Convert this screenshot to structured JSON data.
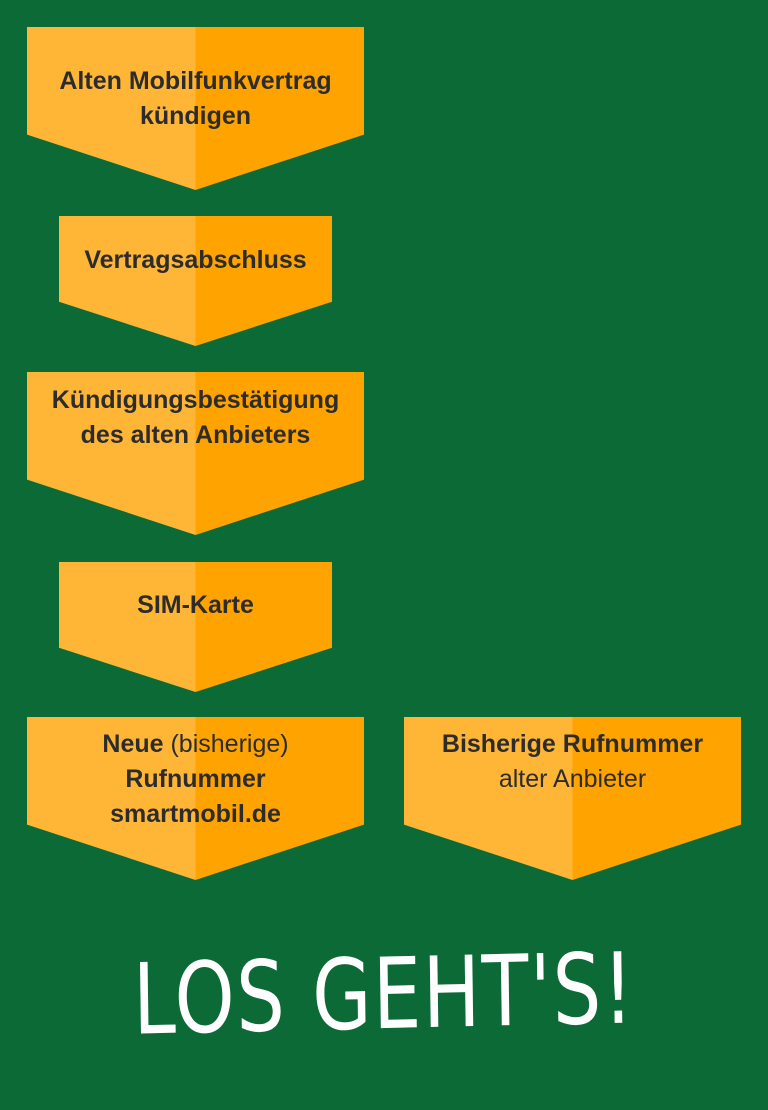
{
  "steps": [
    {
      "line1": "Alten Mobilfunkvertrag",
      "line2": "kündigen"
    },
    {
      "line1": "Vertragsabschluss"
    },
    {
      "line1": "Kündigungsbestätigung",
      "line2": "des alten Anbieters"
    },
    {
      "line1": "SIM-Karte"
    },
    {
      "line1_bold": "Neue",
      "line1_normal": " (bisherige)",
      "line2": "Rufnummer",
      "line3": "smartmobil.de"
    },
    {
      "line1": "Bisherige Rufnummer",
      "line2": "alter Anbieter"
    }
  ],
  "cta": "LOS GEHT'S!",
  "colors": {
    "background": "#0c6a36",
    "chevron_light": "#ffb637",
    "chevron_dark": "#ffa300",
    "text": "#2c2c2c",
    "cta_text": "#ffffff"
  }
}
